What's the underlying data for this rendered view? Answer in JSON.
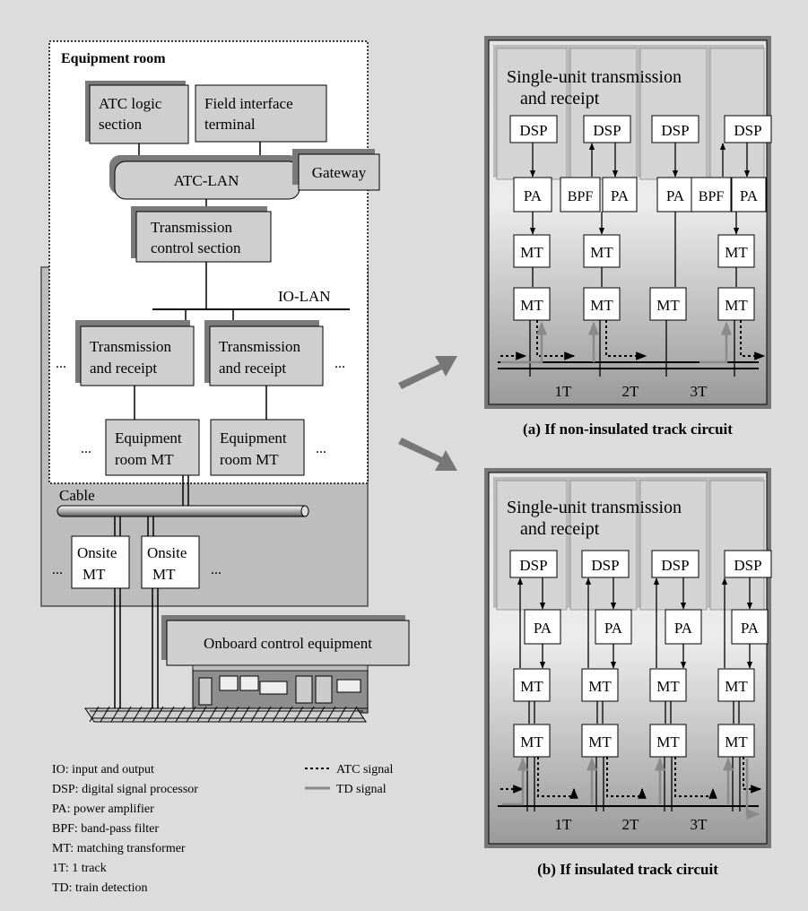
{
  "equipment": {
    "room_title": "Equipment room",
    "atc_logic": [
      "ATC logic",
      "section"
    ],
    "field_interface": [
      "Field interface",
      "terminal"
    ],
    "atc_lan": "ATC-LAN",
    "gateway": "Gateway",
    "transmission_control": [
      "Transmission",
      "control section"
    ],
    "io_lan": "IO-LAN",
    "trx": [
      "Transmission",
      "and receipt"
    ],
    "eq_mt": [
      "Equipment",
      "room MT"
    ],
    "ellipsis": "...",
    "cable": "Cable",
    "onsite_mt": [
      "Onsite",
      "MT"
    ],
    "onboard": "Onboard control equipment"
  },
  "legend": {
    "abbreviations": [
      "IO: input and output",
      "DSP: digital signal processor",
      "PA: power amplifier",
      "BPF: band-pass filter",
      "MT: matching transformer",
      "1T: 1 track",
      "TD: train detection"
    ],
    "atc_signal": "ATC signal",
    "td_signal": "TD signal"
  },
  "panel_a": {
    "unit_title": [
      "Single-unit transmission",
      "and receipt"
    ],
    "caption": "(a) If non-insulated track circuit"
  },
  "panel_b": {
    "unit_title": [
      "Single-unit transmission",
      "and receipt"
    ],
    "caption": "(b) If insulated track circuit"
  },
  "blocks": {
    "dsp": "DSP",
    "pa": "PA",
    "bpf": "BPF",
    "mt": "MT"
  },
  "tracks": [
    "1T",
    "2T",
    "3T"
  ],
  "colors": {
    "background": "#dcdcdc",
    "box_gray": "#cfcfcf",
    "shadow": "#7a7a7a",
    "td_signal": "#8a8a8a"
  }
}
